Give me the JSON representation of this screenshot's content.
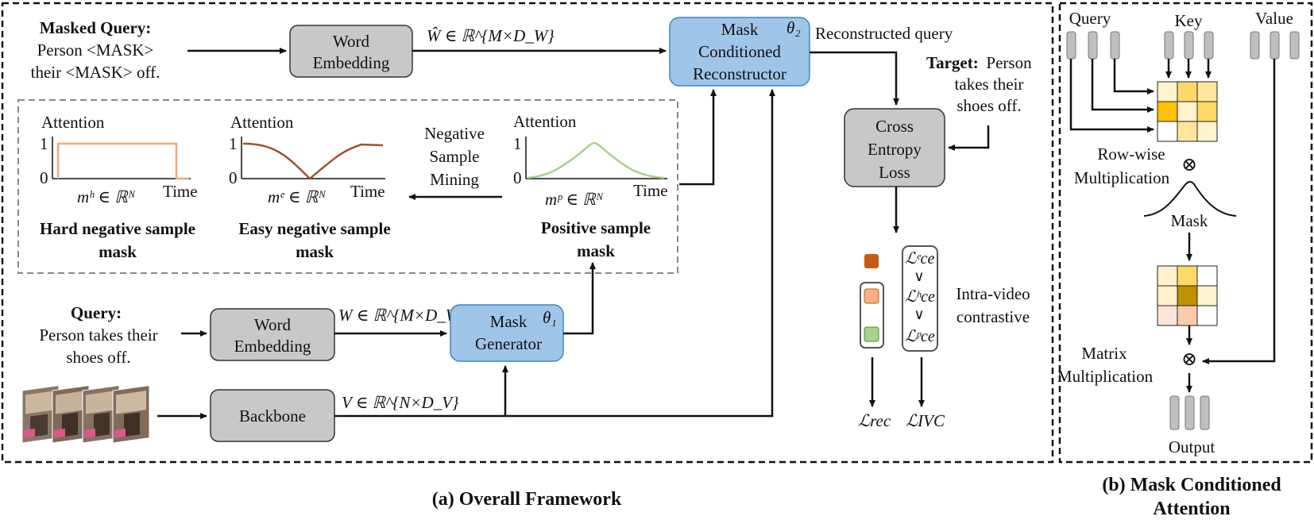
{
  "panel_a": {
    "caption": "(a) Overall Framework",
    "masked_query": {
      "label": "Masked Query:",
      "line1": "Person <MASK>",
      "line2": "their <MASK> off."
    },
    "word_embedding_top": {
      "line1": "Word",
      "line2": "Embedding"
    },
    "w_hat": "Ŵ ∈ ℝ^{M×D_W}",
    "reconstructor": {
      "line1": "Mask",
      "line2": "Conditioned",
      "line3": "Reconstructor",
      "param": "θ₂"
    },
    "reconstructed_query": "Reconstructed query",
    "target": {
      "label": "Target:",
      "line1": "Person",
      "line2": "takes their",
      "line3": "shoes off."
    },
    "cross_entropy": {
      "line1": "Cross",
      "line2": "Entropy",
      "line3": "Loss"
    },
    "plots": {
      "hard": {
        "y_title": "Attention",
        "y1": "1",
        "y0": "0",
        "x_title": "Time",
        "symbol": "mʰ ∈ ℝᴺ",
        "caption1": "Hard negative sample",
        "caption2": "mask"
      },
      "easy": {
        "y_title": "Attention",
        "y1": "1",
        "y0": "0",
        "x_title": "Time",
        "symbol": "mᵉ ∈ ℝᴺ",
        "caption1": "Easy negative sample",
        "caption2": "mask"
      },
      "positive": {
        "y_title": "Attention",
        "y1": "1",
        "y0": "0",
        "x_title": "Time",
        "symbol": "mᵖ ∈ ℝᴺ",
        "caption1": "Positive sample",
        "caption2": "mask"
      }
    },
    "negative_mining": {
      "line1": "Negative",
      "line2": "Sample",
      "line3": "Mining"
    },
    "query": {
      "label": "Query:",
      "line1": "Person takes their",
      "line2": "shoes off."
    },
    "word_embedding_bottom": {
      "line1": "Word",
      "line2": "Embedding"
    },
    "w": "W ∈ ℝ^{M×D_W}",
    "mask_generator": {
      "line1": "Mask",
      "line2": "Generator",
      "param": "θ₁"
    },
    "backbone": "Backbone",
    "v": "V ∈ ℝ^{N×D_V}",
    "losses": {
      "ce_e": "ℒᵉce",
      "ce_h": "ℒʰce",
      "ce_p": "ℒᵖce",
      "gt": "∨",
      "rec": "ℒrec",
      "ivc": "ℒIVC"
    },
    "intra_video": {
      "line1": "Intra-video",
      "line2": "contrastive"
    },
    "colors": {
      "blue_box": "#9fc5e8",
      "gray_box": "#c8c8c8",
      "hard": "#f4a77f",
      "easy": "#a0522d",
      "positive": "#a8d08d",
      "swatch_dark": "#c55a11",
      "swatch_light": "#f4b183",
      "swatch_green": "#a9d18e"
    }
  },
  "panel_b": {
    "caption1": "(b) Mask Conditioned",
    "caption2": "Attention",
    "query": "Query",
    "key": "Key",
    "value": "Value",
    "row_wise1": "Row-wise",
    "row_wise2": "Multiplication",
    "mask": "Mask",
    "matrix1": "Matrix",
    "matrix2": "Multiplication",
    "output": "Output",
    "otimes": "⊗"
  }
}
